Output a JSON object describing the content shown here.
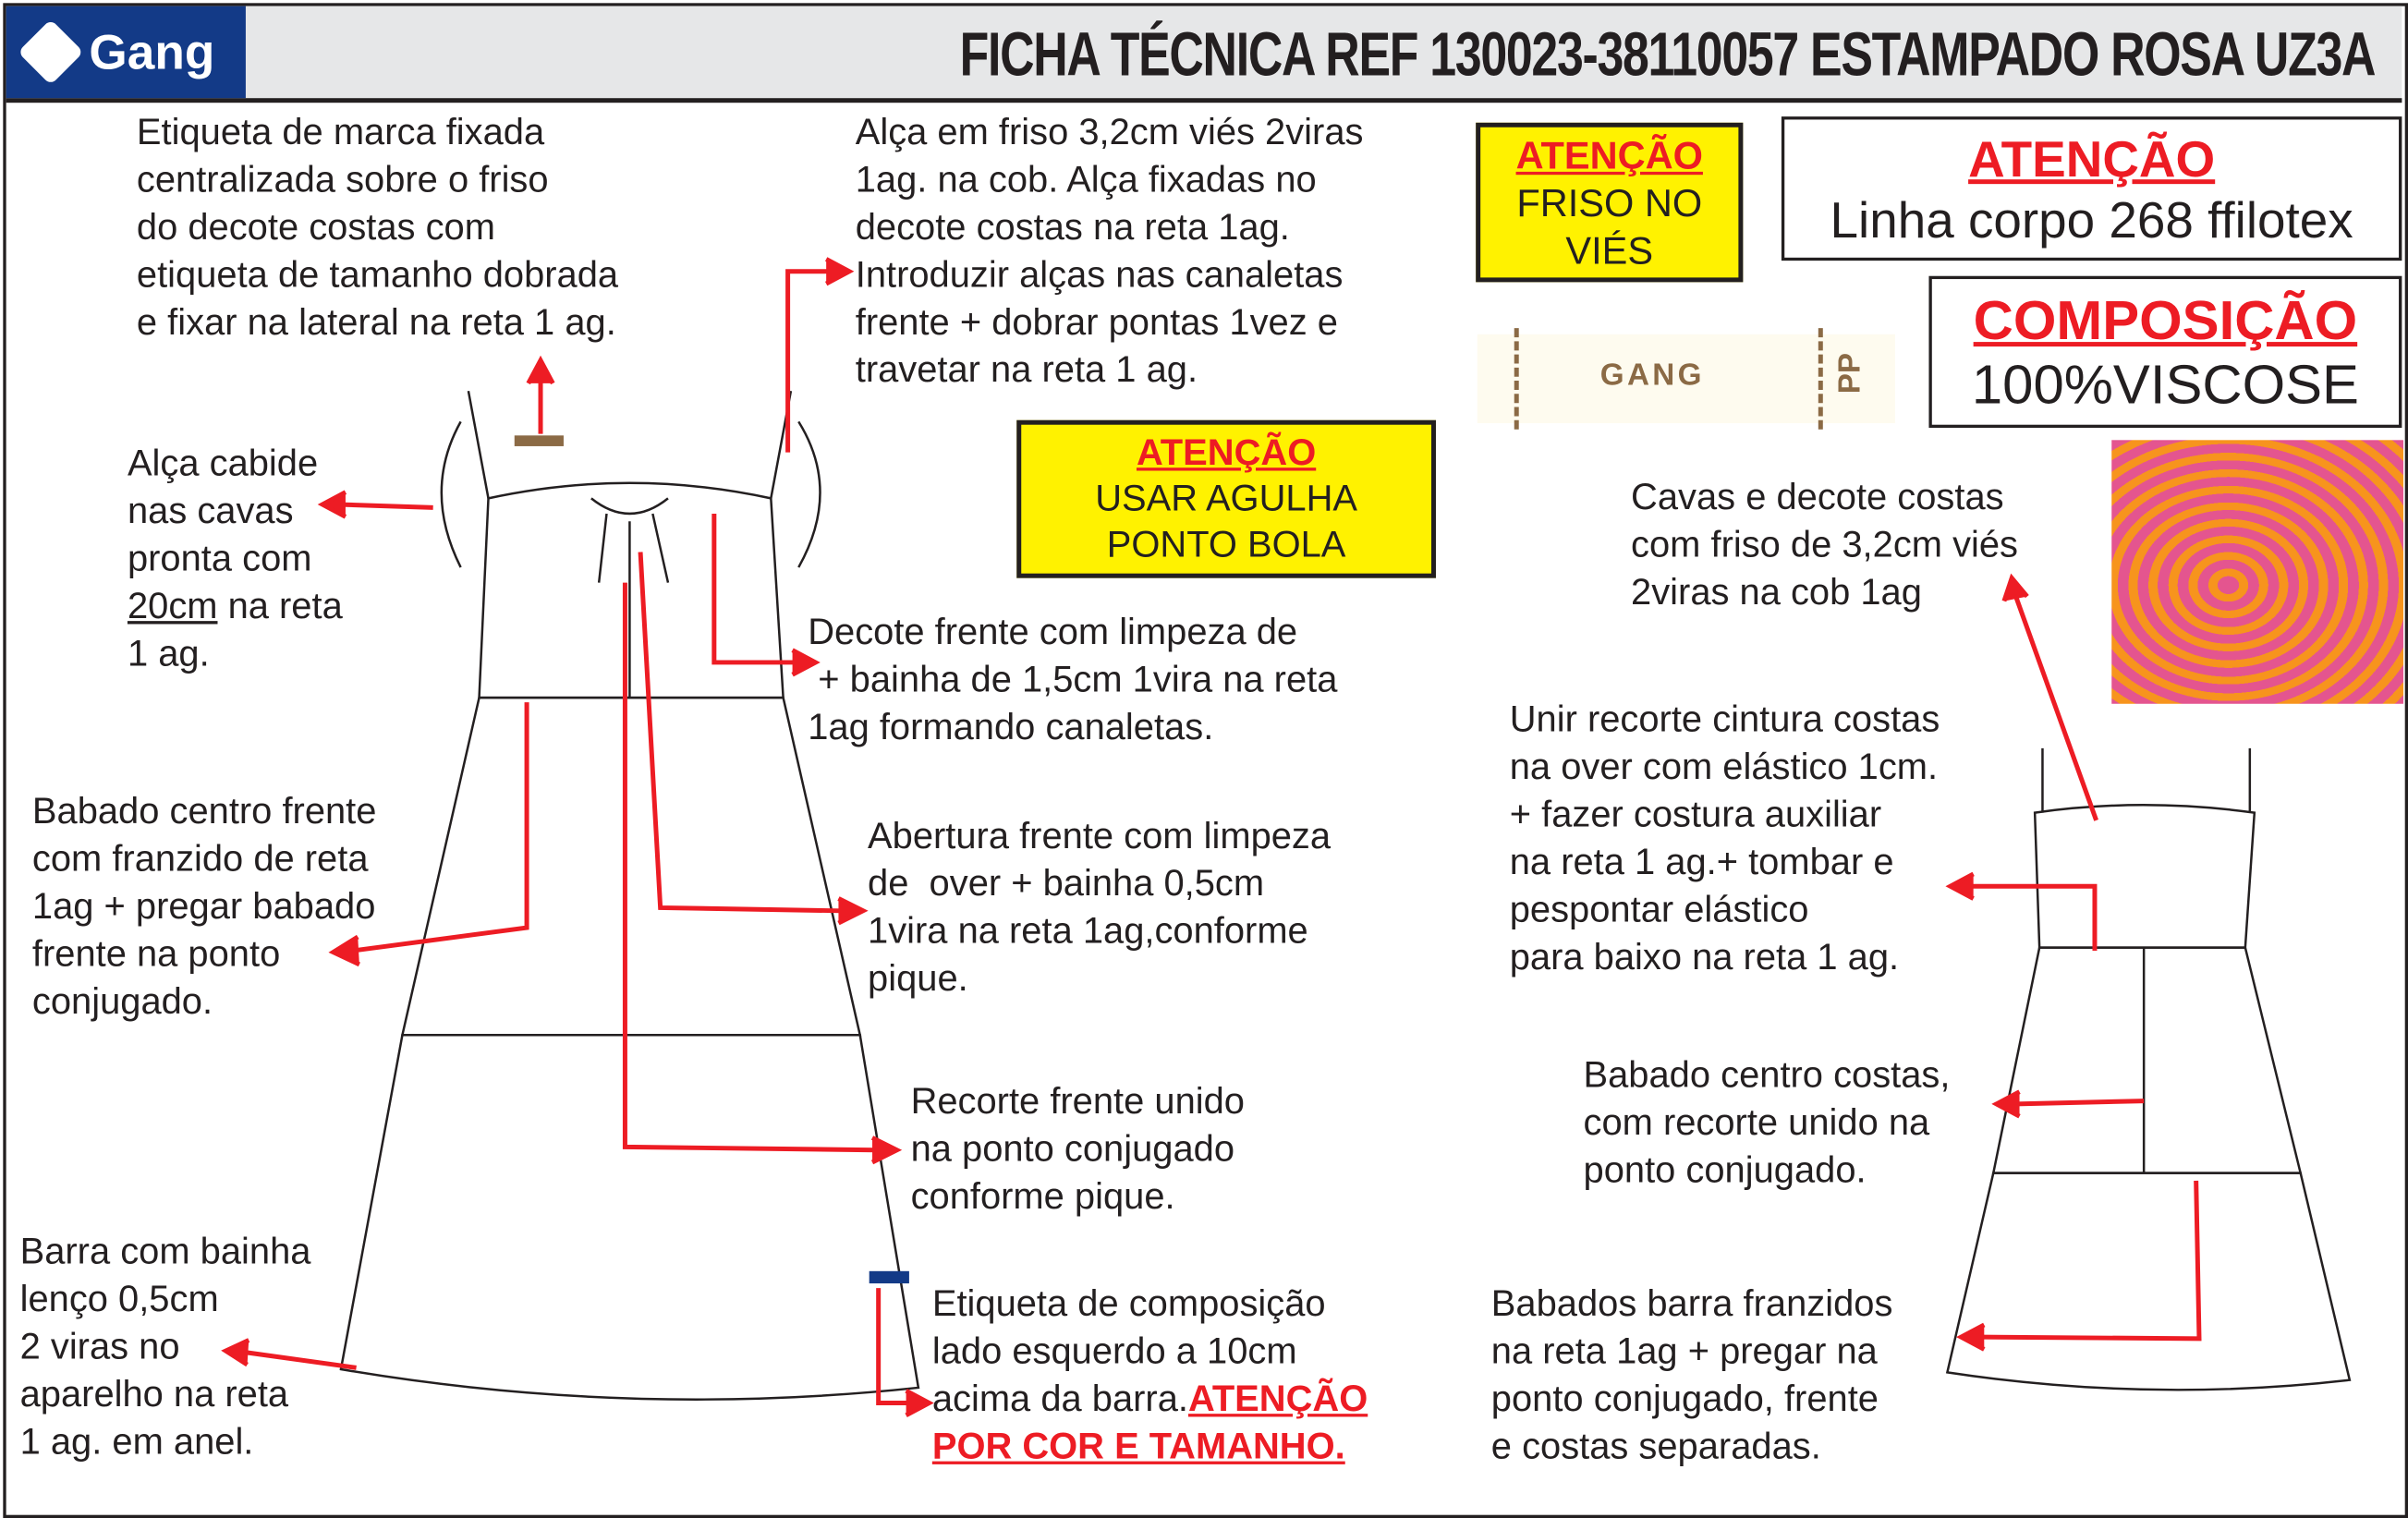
{
  "header": {
    "brand": "Gang",
    "title": "FICHA TÉCNICA REF 130023-38110057 ESTAMPADO ROSA UZ3A"
  },
  "notes": {
    "etiqueta_marca": "Etiqueta de marca fixada\ncentralizada sobre o friso\ndo decote costas com\netiqueta de tamanho dobrada\ne fixar na lateral na reta 1 ag.",
    "alca_friso": "Alça em friso 3,2cm viés 2viras\n1ag. na cob. Alça fixadas no\ndecote costas na reta 1ag.\nIntroduzir alças nas canaletas\nfrente + dobrar pontas 1vez e\ntravetar na reta 1 ag.",
    "alca_cabide_1": "Alça cabide\nnas cavas\npronta com\n",
    "alca_cabide_u": "20cm",
    "alca_cabide_2": " na reta\n1 ag.",
    "decote_frente": "Decote frente com limpeza de\n + bainha de 1,5cm 1vira na reta\n1ag formando canaletas.",
    "babado_frente": "Babado centro frente\ncom franzido de reta\n1ag + pregar babado\nfrente na ponto\nconjugado.",
    "abertura_frente": "Abertura frente com limpeza\nde  over + bainha 0,5cm\n1vira na reta 1ag,conforme\npique.",
    "recorte_frente": "Recorte frente unido\nna ponto conjugado\nconforme pique.",
    "barra": "Barra com bainha\nlenço 0,5cm\n2 viras no\naparelho na reta\n1 ag. em anel.",
    "etiqueta_comp": "Etiqueta de composição\nlado esquerdo a 10cm\nacima da barra.",
    "etiqueta_comp_alert": "ATENÇÃO",
    "etiqueta_comp_alert2": "POR COR E TAMANHO.",
    "cavas_costas": "Cavas e decote costas\ncom friso de 3,2cm viés\n2viras na cob 1ag",
    "cintura_costas": "Unir recorte cintura costas\nna over com elástico 1cm.\n+ fazer costura auxiliar\nna reta 1 ag.+ tombar e\npespontar elástico\npara baixo na reta 1 ag.",
    "babado_costas": "Babado centro costas,\ncom recorte unido na\nponto conjugado.",
    "babados_barra": "Babados barra franzidos\nna reta 1ag + pregar na\nponto conjugado, frente\ne costas separadas."
  },
  "boxes": {
    "agulha": {
      "title": "ATENÇÃO",
      "text": "USAR AGULHA\nPONTO BOLA"
    },
    "friso": {
      "title": "ATENÇÃO",
      "text": "FRISO NO\nVIÉS"
    },
    "linha": {
      "title": "ATENÇÃO",
      "text": "Linha corpo 268 ffilotex"
    },
    "composicao": {
      "title": "COMPOSIÇÃO",
      "text": "100%VISCOSE"
    }
  },
  "label": {
    "brand": "GANG",
    "size": "PP"
  },
  "colors": {
    "accent": "#ed1c24",
    "brand": "#133a87",
    "highlight": "#fff200"
  }
}
